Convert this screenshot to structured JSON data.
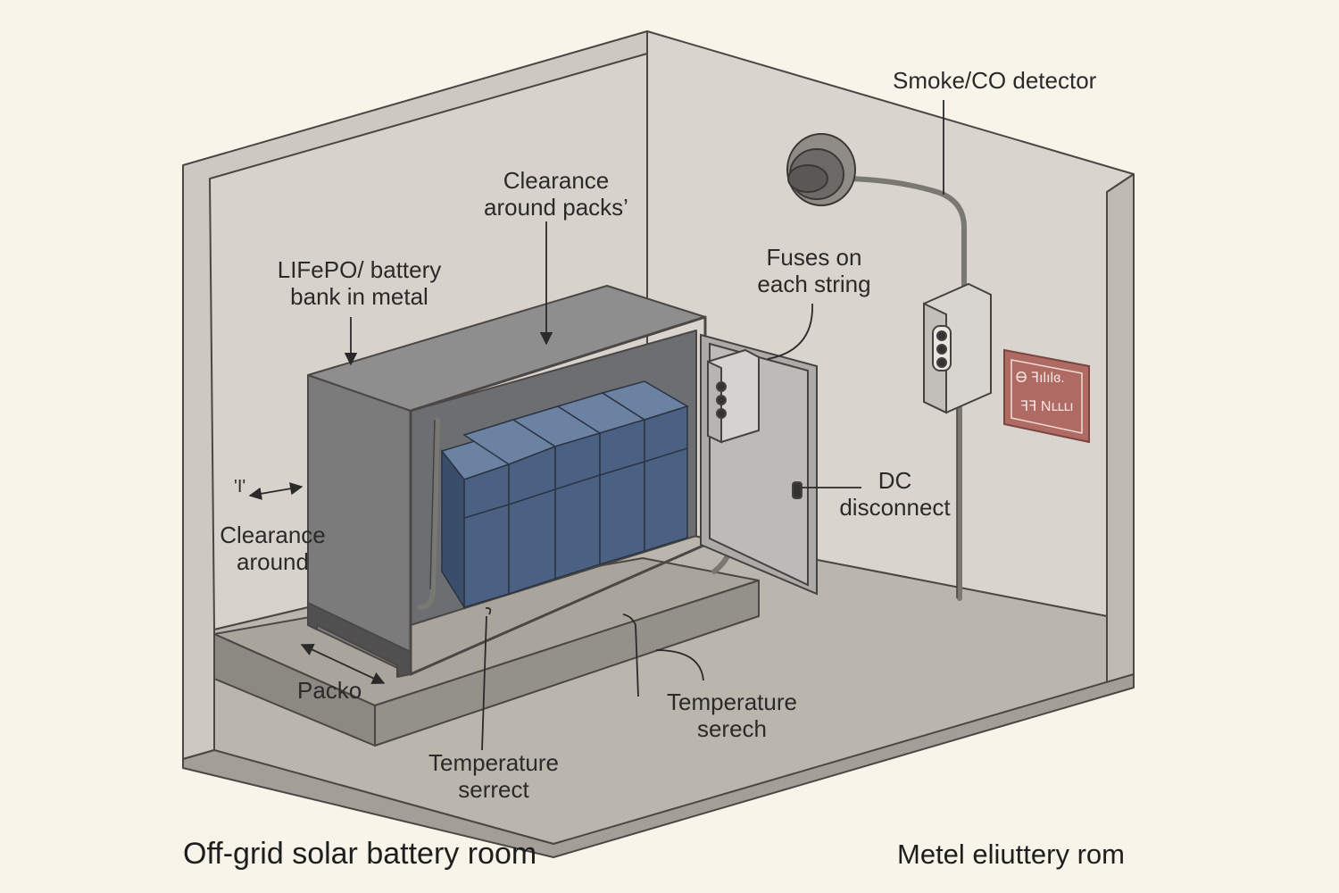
{
  "labels": {
    "smoke_detector": "Smoke/CO detector",
    "clearance_packs_line1": "Clearance",
    "clearance_packs_line2": "around packs’",
    "battery_bank_line1": "LIFePO/ battery",
    "battery_bank_line2": "bank in metal",
    "fuses_line1": "Fuses on",
    "fuses_line2": "each string",
    "dc_line1": "DC",
    "dc_line2": "disconnect",
    "clearance_around_line1": "Clearance",
    "clearance_around_line2": "around",
    "side_marker": "'I'",
    "packo": "Packo",
    "temp_right_line1": "Temperature",
    "temp_right_line2": "serech",
    "temp_bottom_line1": "Temperature",
    "temp_bottom_line2": "serrect"
  },
  "sign": {
    "line1": "Ꮎ ꟻılılɞ.",
    "line2": "ꟻꟻ Nւււı"
  },
  "captions": {
    "left": "Off-grid solar battery room",
    "right": "Metel eliuttery rom"
  },
  "colors": {
    "background": "#f8f4ea",
    "wall": "#d4cfc8",
    "floor": "#bab5ac",
    "cabinet": "#7e7e7e",
    "battery": "#4a6183",
    "sign": "#b06a64",
    "ink": "#2a2a2a"
  }
}
